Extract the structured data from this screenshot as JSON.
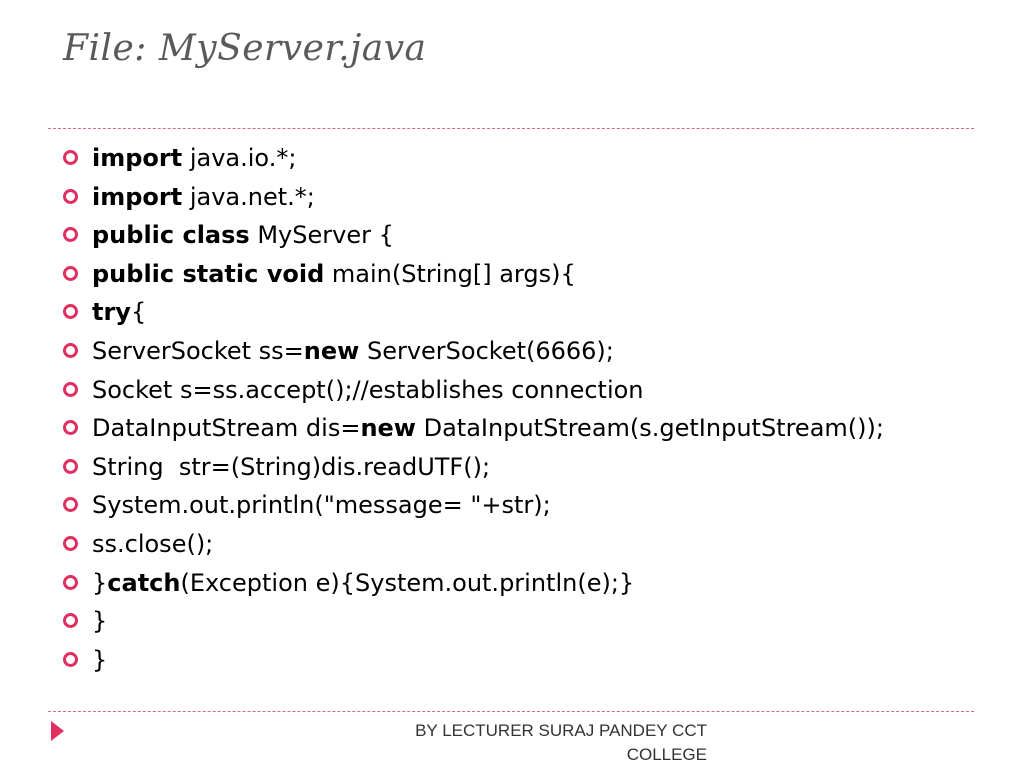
{
  "slide": {
    "title": "File: MyServer.java",
    "lines": [
      [
        {
          "t": "import",
          "b": true
        },
        {
          "t": " java.io.*;",
          "b": false
        }
      ],
      [
        {
          "t": "import",
          "b": true
        },
        {
          "t": " java.net.*;",
          "b": false
        }
      ],
      [
        {
          "t": "public class",
          "b": true
        },
        {
          "t": " MyServer {",
          "b": false
        }
      ],
      [
        {
          "t": "public static void",
          "b": true
        },
        {
          "t": " main(String[] args){",
          "b": false
        }
      ],
      [
        {
          "t": "try",
          "b": true
        },
        {
          "t": "{",
          "b": false
        }
      ],
      [
        {
          "t": "ServerSocket ss=",
          "b": false
        },
        {
          "t": "new",
          "b": true
        },
        {
          "t": " ServerSocket(6666);",
          "b": false
        }
      ],
      [
        {
          "t": "Socket s=ss.accept();//establishes connection",
          "b": false
        }
      ],
      [
        {
          "t": "DataInputStream dis=",
          "b": false
        },
        {
          "t": "new",
          "b": true
        },
        {
          "t": " DataInputStream(s.getInputStream());",
          "b": false
        }
      ],
      [
        {
          "t": "String  str=(String)dis.readUTF();",
          "b": false
        }
      ],
      [
        {
          "t": "System.out.println(\"message= \"+str);",
          "b": false
        }
      ],
      [
        {
          "t": "ss.close();",
          "b": false
        }
      ],
      [
        {
          "t": "}",
          "b": false
        },
        {
          "t": "catch",
          "b": true
        },
        {
          "t": "(Exception e){System.out.println(e);}",
          "b": false
        }
      ],
      [
        {
          "t": "}",
          "b": false
        }
      ],
      [
        {
          "t": "}",
          "b": false
        }
      ]
    ],
    "footer": {
      "line1": "BY LECTURER SURAJ PANDEY CCT",
      "line2": "COLLEGE"
    }
  },
  "colors": {
    "accent": "#e0305f",
    "rule": "#d06b8f",
    "title": "#5a5a5a"
  },
  "icons": {
    "bullet": "ring-bullet-icon",
    "footer": "triangle-arrow-icon"
  }
}
